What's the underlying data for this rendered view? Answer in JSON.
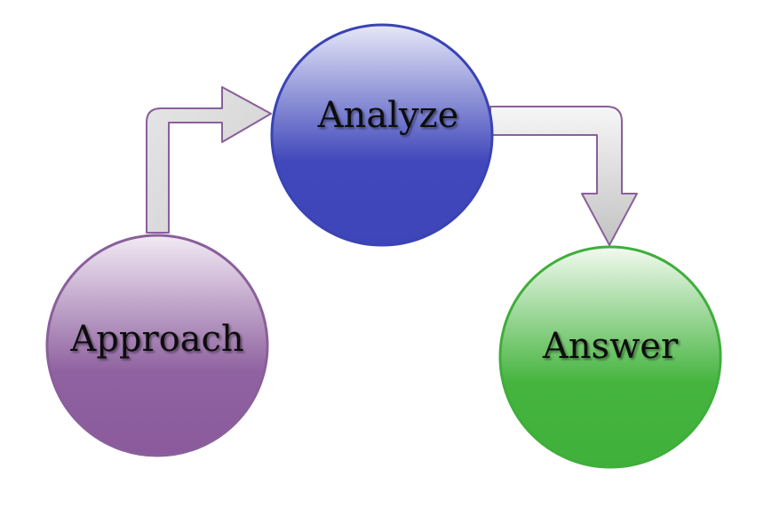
{
  "diagram": {
    "nodes": [
      {
        "id": "approach",
        "label": "Approach",
        "fill_top": "#efe6f1",
        "fill_bottom": "#8b5a9c",
        "stroke": "#8a5f9c"
      },
      {
        "id": "analyze",
        "label": "Analyze",
        "fill_top": "#e4e6f7",
        "fill_bottom": "#3d45b8",
        "stroke": "#3a43b4"
      },
      {
        "id": "answer",
        "label": "Answer",
        "fill_top": "#f0f9ee",
        "fill_bottom": "#3fb13a",
        "stroke": "#3fae3b"
      }
    ],
    "arrows": [
      {
        "from": "approach",
        "to": "analyze"
      },
      {
        "from": "analyze",
        "to": "answer"
      }
    ],
    "arrow_fill_light": "#ffffff",
    "arrow_fill_dark": "#c8c8c8",
    "arrow_stroke": "#8a5f9c"
  }
}
